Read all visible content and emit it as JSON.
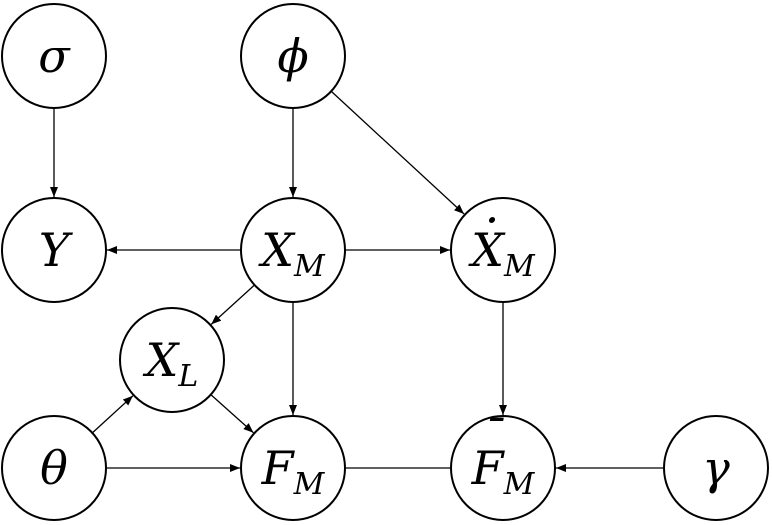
{
  "nodes": {
    "sigma": {
      "symbol": "σ",
      "sub": "",
      "mark": ""
    },
    "phi": {
      "symbol": "ϕ",
      "sub": "",
      "mark": ""
    },
    "y": {
      "symbol": "Y",
      "sub": "",
      "mark": ""
    },
    "xm": {
      "symbol": "X",
      "sub": "M",
      "mark": ""
    },
    "xmdot": {
      "symbol": "X",
      "sub": "M",
      "mark": "·"
    },
    "xl": {
      "symbol": "X",
      "sub": "L",
      "mark": ""
    },
    "theta": {
      "symbol": "θ",
      "sub": "",
      "mark": ""
    },
    "fm": {
      "symbol": "F",
      "sub": "M",
      "mark": ""
    },
    "fmbar": {
      "symbol": "F",
      "sub": "M",
      "mark": "¯"
    },
    "gamma": {
      "symbol": "γ",
      "sub": "",
      "mark": ""
    }
  },
  "edges": [
    {
      "from": "sigma",
      "to": "y",
      "directed": true
    },
    {
      "from": "phi",
      "to": "xm",
      "directed": true
    },
    {
      "from": "phi",
      "to": "xmdot",
      "directed": true
    },
    {
      "from": "xm",
      "to": "y",
      "directed": true
    },
    {
      "from": "xm",
      "to": "xmdot",
      "directed": true
    },
    {
      "from": "xm",
      "to": "xl",
      "directed": true
    },
    {
      "from": "xm",
      "to": "fm",
      "directed": true
    },
    {
      "from": "xmdot",
      "to": "fmbar",
      "directed": true
    },
    {
      "from": "xl",
      "to": "fm",
      "directed": true
    },
    {
      "from": "theta",
      "to": "xl",
      "directed": true
    },
    {
      "from": "theta",
      "to": "fm",
      "directed": true
    },
    {
      "from": "fm",
      "to": "fmbar",
      "directed": false
    },
    {
      "from": "gamma",
      "to": "fmbar",
      "directed": true
    }
  ]
}
